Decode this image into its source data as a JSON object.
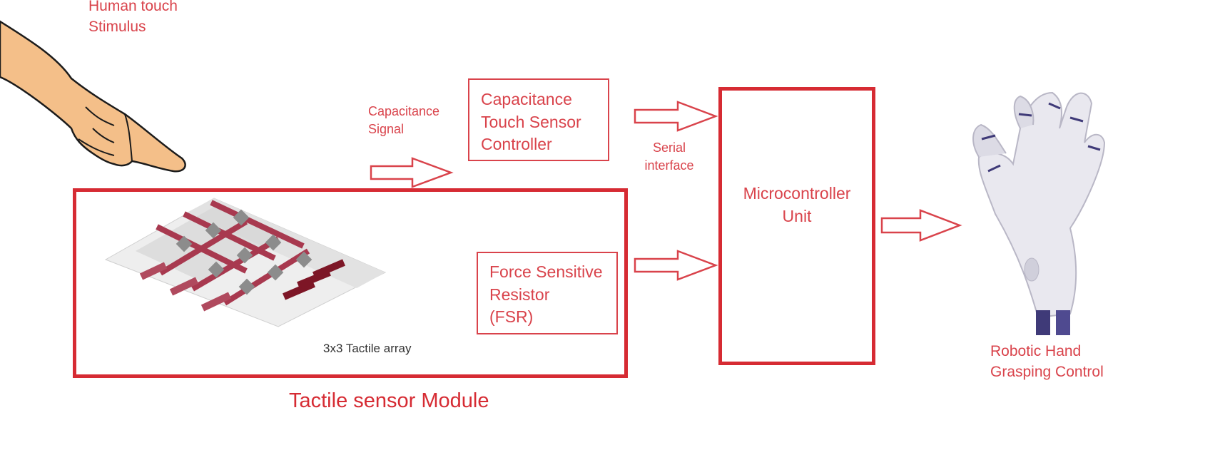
{
  "labels": {
    "stimulus_line1": "Human touch",
    "stimulus_line2": "Stimulus",
    "cap_signal_line1": "Capacitance",
    "cap_signal_line2": "Signal",
    "serial_line1": "Serial",
    "serial_line2": "interface",
    "array_caption": "3x3 Tactile array",
    "module_caption": "Tactile sensor Module",
    "robot_line1": "Robotic Hand",
    "robot_line2": "Grasping Control"
  },
  "boxes": {
    "cap_controller": [
      "Capacitance",
      "Touch Sensor",
      "Controller"
    ],
    "fsr": [
      "Force Sensitive",
      "Resistor",
      "(FSR)"
    ],
    "mcu": [
      "Microcontroller",
      "Unit"
    ]
  },
  "icons": [
    "hand-pointing-icon",
    "tactile-array-icon",
    "robotic-hand-icon",
    "arrow-right-icon"
  ],
  "colors": {
    "accent": "#d9434b",
    "box_thick": "#d62b33",
    "array_trace": "#a8394f"
  }
}
